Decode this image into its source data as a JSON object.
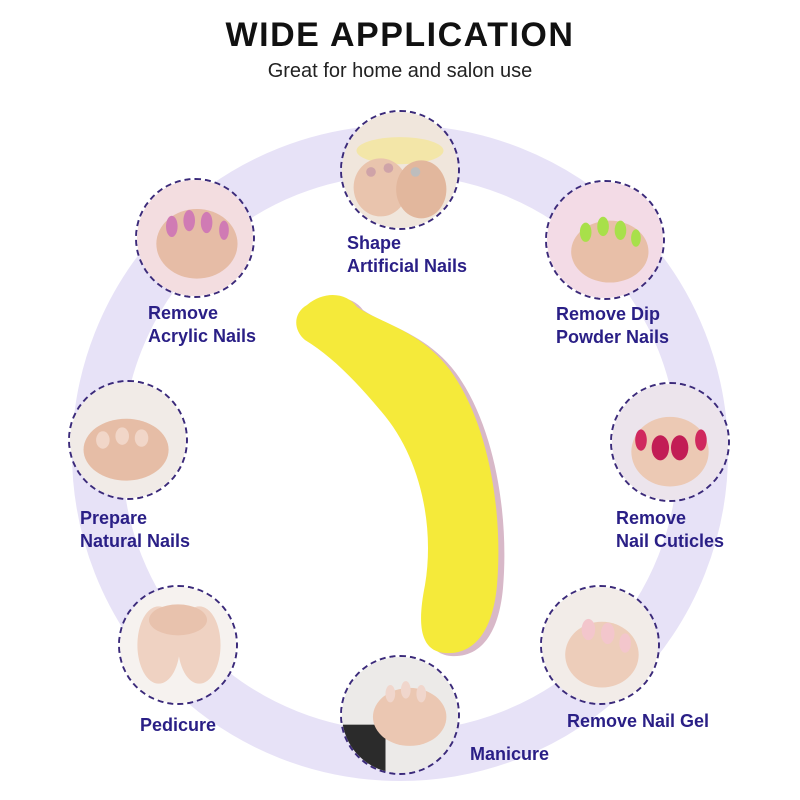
{
  "header": {
    "title": "WIDE APPLICATION",
    "subtitle": "Great for home and salon use"
  },
  "applications": [
    {
      "label": "Shape\nArtificial Nails"
    },
    {
      "label": "Remove Dip\nPowder Nails"
    },
    {
      "label": "Remove\nNail Cuticles"
    },
    {
      "label": "Remove Nail Gel"
    },
    {
      "label": "Manicure"
    },
    {
      "label": "Pedicure"
    },
    {
      "label": "Prepare\nNatural Nails"
    },
    {
      "label": "Remove\nAcrylic Nails"
    }
  ],
  "colors": {
    "ring": "#e7e2f7",
    "label": "#2a1f86",
    "product": "#f5ea3a",
    "skin": "#e9c4ad"
  },
  "product": {
    "icon": "banana-nail-file-icon"
  }
}
